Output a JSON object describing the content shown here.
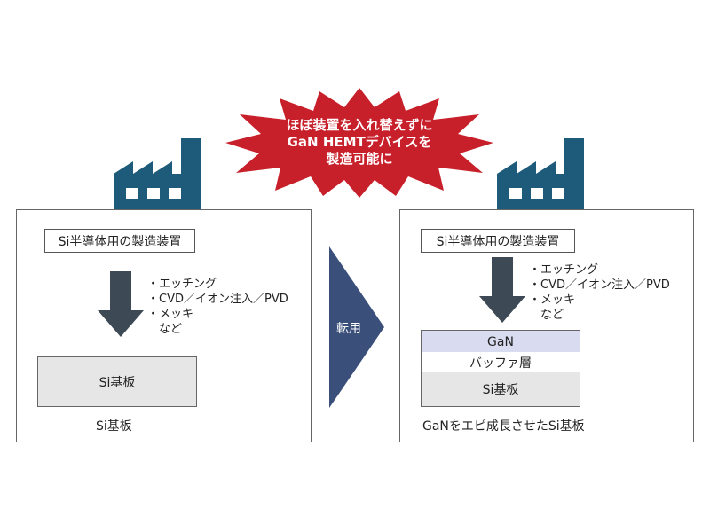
{
  "burst": {
    "lines": [
      "ほぼ装置を入れ替えずに",
      "GaN HEMTデバイスを",
      "製造可能に"
    ],
    "color": "#c8202a"
  },
  "transfer": {
    "label": "転用",
    "color": "#3a4f7a"
  },
  "left": {
    "equipment_label": "Si半導体用の製造装置",
    "processes": [
      "・エッチング",
      "・CVD／イオン注入／PVD",
      "・メッキ",
      "　など"
    ],
    "substrate": "Si基板",
    "caption": "Si基板"
  },
  "right": {
    "equipment_label": "Si半導体用の製造装置",
    "processes": [
      "・エッチング",
      "・CVD／イオン注入／PVD",
      "・メッキ",
      "　など"
    ],
    "layers": [
      "GaN",
      "バッファ層",
      "Si基板"
    ],
    "caption": "GaNをエピ成長させたSi基板"
  },
  "colors": {
    "factory": "#1e5a7a",
    "arrow": "#3d4a55",
    "substrate_fill": "#e6e6e6",
    "gan_fill": "#d9dcf0",
    "buffer_fill": "#ffffff"
  },
  "icons": [
    "factory-icon",
    "down-arrow-icon",
    "explosion-burst-icon",
    "right-chevron-arrow-icon"
  ]
}
